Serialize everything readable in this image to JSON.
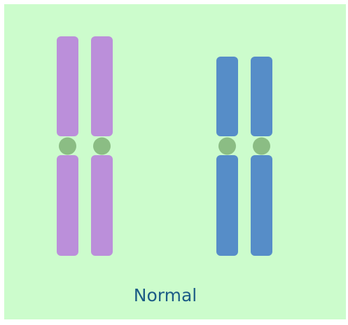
{
  "caption": "Normal",
  "colors": {
    "background": "#ccfccc",
    "pair_one": "#bb8fda",
    "pair_two": "#568dc8",
    "centromere": "#8bbd84",
    "caption_text": "#1c5c86"
  },
  "chromosome_pairs": [
    {
      "name": "pair-one",
      "color_key": "pair_one",
      "chromatids": [
        "left",
        "right"
      ]
    },
    {
      "name": "pair-two",
      "color_key": "pair_two",
      "chromatids": [
        "left",
        "right"
      ]
    }
  ]
}
